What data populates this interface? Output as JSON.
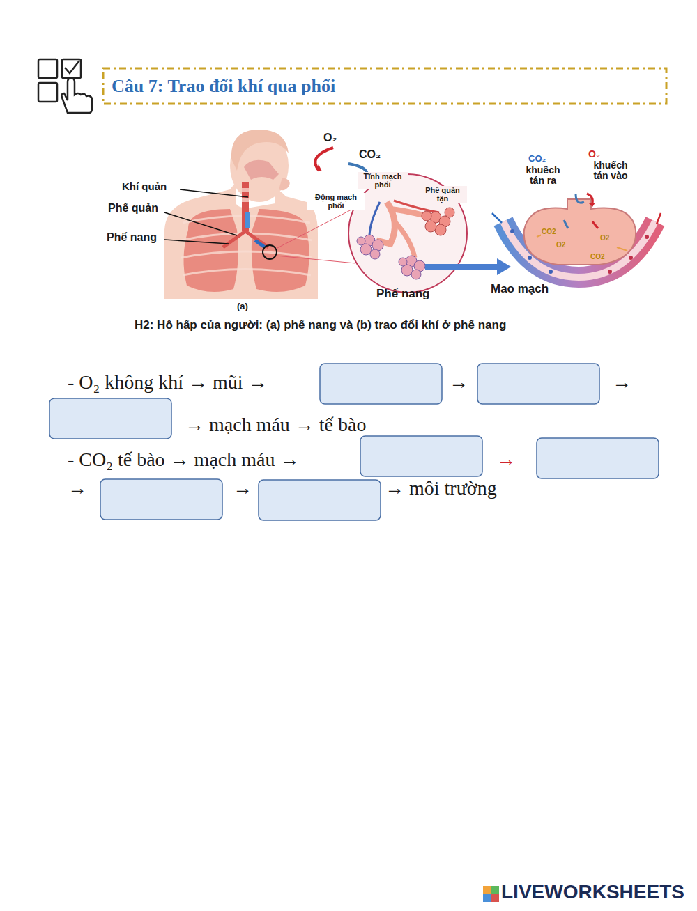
{
  "diagram": {
    "title": "Câu 7: Trao đổi khí qua phổi",
    "caption": "H2: Hô hấp của người: (a) phế nang và (b) trao đổi khí ở phế nang",
    "labels": [
      "Khí quản",
      "Phế quản",
      "Phế nang",
      "(a)",
      "O₂",
      "CO₂",
      "Tĩnh mạch phổi",
      "Động mạch phổi",
      "Phế quản tận",
      "Phế nang",
      "CO₂",
      "khuếch tán ra",
      "O₂",
      "khuếch tán vào",
      "CO2",
      "O2",
      "O2",
      "CO2",
      "Mao mạch",
      "- O₂ không khí → mũi →",
      "→",
      "→",
      "→ mạch máu → tế bào",
      "- CO₂ tế bào → mạch máu →",
      "→",
      "→",
      "→",
      "→ môi trường",
      "LIVEWORKSHEETS"
    ]
  }
}
